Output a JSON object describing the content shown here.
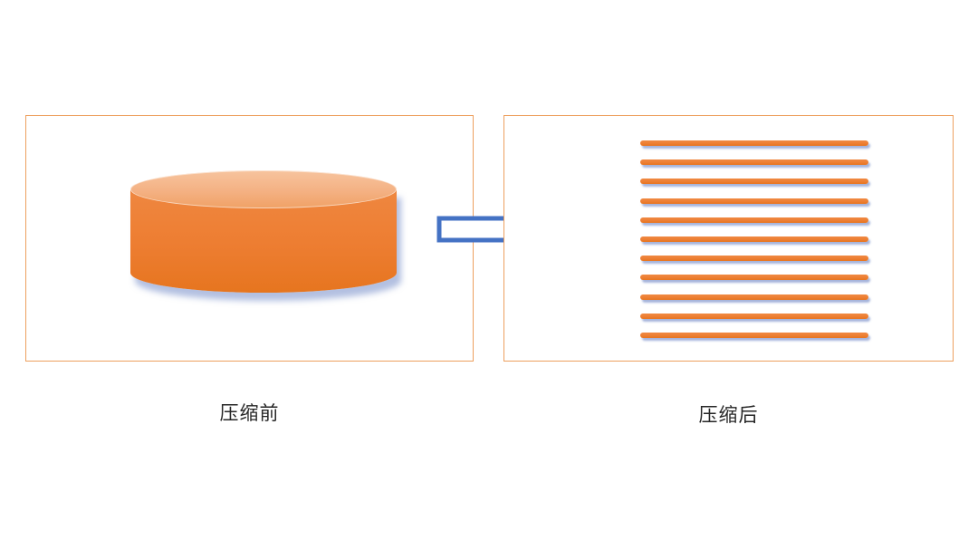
{
  "diagram": {
    "title": "compression-before-after-diagram",
    "left_label": "压缩前",
    "right_label": "压缩后",
    "bars_count": 11,
    "colors": {
      "orange": "#ED7D31",
      "orange_light": "#F4B183",
      "orange_border": "#EDA05F",
      "blue": "#4472C4",
      "shadow": "rgba(104, 130, 196, 0.5)"
    }
  }
}
